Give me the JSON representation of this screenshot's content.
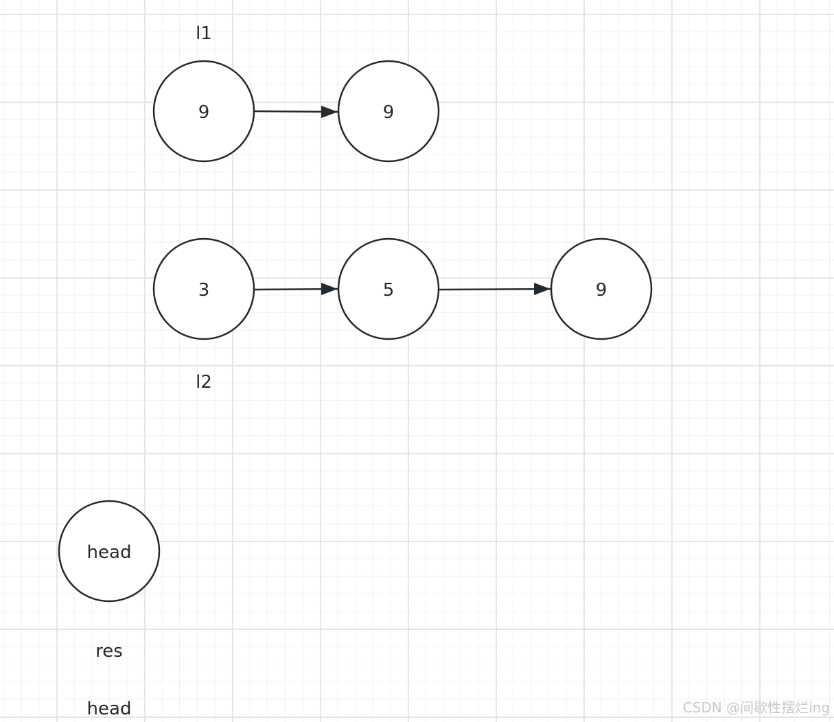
{
  "labels": {
    "l1": "l1",
    "l2": "l2",
    "res": "res",
    "head": "head"
  },
  "nodes": {
    "l1_a": "9",
    "l1_b": "9",
    "l2_a": "3",
    "l2_b": "5",
    "l2_c": "9",
    "head": "head"
  },
  "watermark": "CSDN @间歇性摆烂ing",
  "colors": {
    "stroke": "#232a30",
    "grid_major": "#e6e6e6",
    "grid_minor": "#f1f1f1",
    "watermark": "#c8c8c8"
  }
}
